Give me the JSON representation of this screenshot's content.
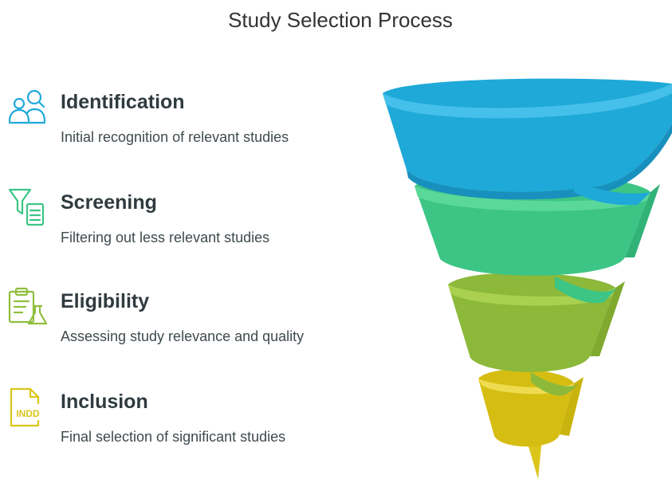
{
  "title": "Study Selection Process",
  "steps": [
    {
      "title": "Identification",
      "description": "Initial recognition of relevant studies",
      "icon": "people-search-icon",
      "color": "#1fa9d9"
    },
    {
      "title": "Screening",
      "description": "Filtering out less relevant studies",
      "icon": "filter-document-icon",
      "color": "#3cc585"
    },
    {
      "title": "Eligibility",
      "description": "Assessing study relevance and quality",
      "icon": "clipboard-flask-icon",
      "color": "#8fbe3d"
    },
    {
      "title": "Inclusion",
      "description": "Final selection of significant studies",
      "icon": "indd-file-icon",
      "icon_text": "INDD",
      "color": "#dcc51b"
    }
  ]
}
